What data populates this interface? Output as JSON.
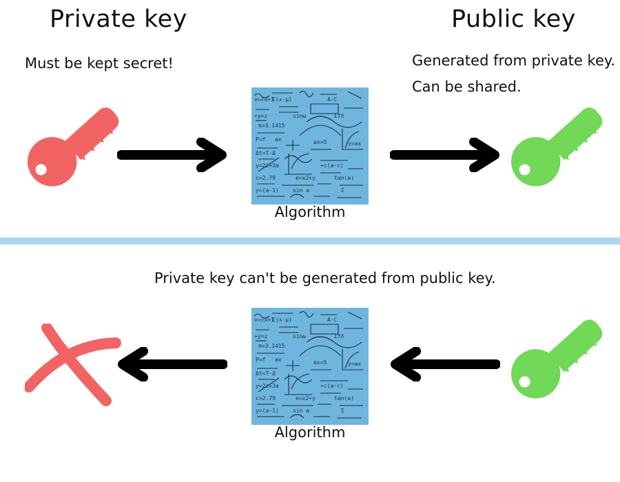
{
  "colors": {
    "private_key": "#f26464",
    "public_key": "#72d858",
    "arrow": "#000000",
    "divider": "#a9d7f1",
    "algorithm_bg": "#6fb6de"
  },
  "top": {
    "private_heading": "Private key",
    "public_heading": "Public key",
    "private_note": "Must be kept secret!",
    "public_note_line1": "Generated from private key.",
    "public_note_line2": "Can be shared.",
    "algorithm_label": "Algorithm"
  },
  "bottom": {
    "statement": "Private key can't be generated from public key.",
    "algorithm_label": "Algorithm"
  },
  "icons": {
    "top_left": "key-icon",
    "top_right": "key-icon",
    "bottom_left": "cross-icon",
    "bottom_right": "key-icon",
    "algorithm": "math-formulas-icon"
  }
}
